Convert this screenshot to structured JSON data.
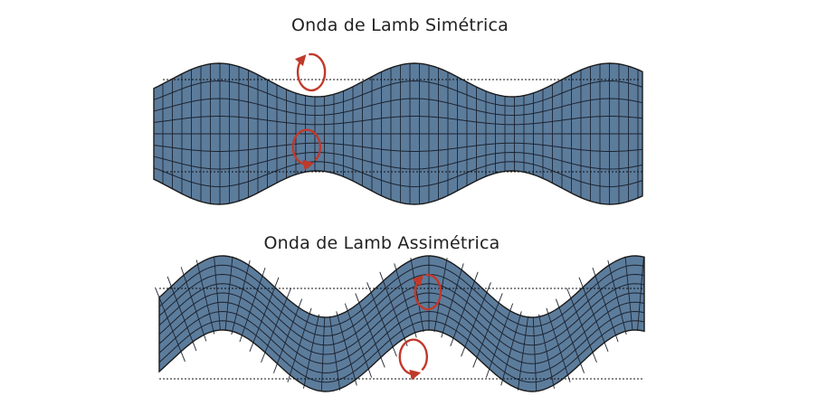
{
  "diagrams": [
    {
      "id": "symmetric",
      "title": "Onda de Lamb Simétrica",
      "mode": "symmetric"
    },
    {
      "id": "asymmetric",
      "title": "Onda de Lamb Assimétrica",
      "mode": "antisymmetric"
    }
  ],
  "colors": {
    "plate_fill": "#5c7c9c",
    "grid_line": "#1c2430",
    "outline": "#1a1a1a",
    "rotation_marker": "#c0392b",
    "reference_line": "#111111"
  },
  "icons": [
    "rotation-arrow-icon"
  ]
}
